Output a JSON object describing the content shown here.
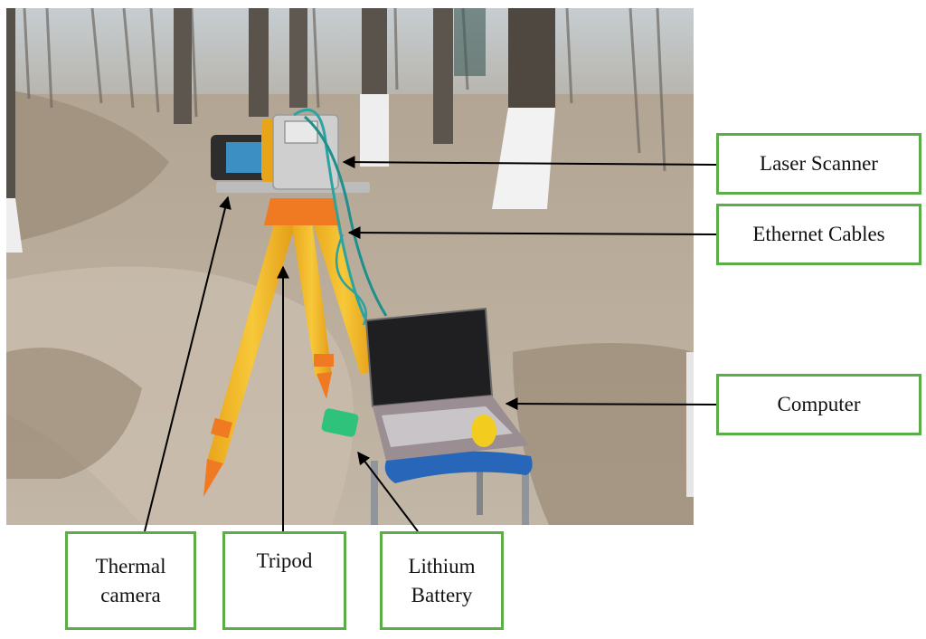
{
  "labels": {
    "laser_scanner": "Laser Scanner",
    "ethernet_cables": "Ethernet Cables",
    "computer": "Computer",
    "thermal_camera_line1": "Thermal",
    "thermal_camera_line2": "camera",
    "tripod": "Tripod",
    "battery_line1": "Lithium",
    "battery_line2": "Battery"
  },
  "colors": {
    "box_border": "#5aad47",
    "arrow": "#000000",
    "tripod_leg": "#f2b51c",
    "tripod_head": "#f07a22",
    "stool_top": "#2766b8",
    "battery": "#2fc27a",
    "ground": "#b8aa98",
    "sky": "#c9d1d6"
  }
}
